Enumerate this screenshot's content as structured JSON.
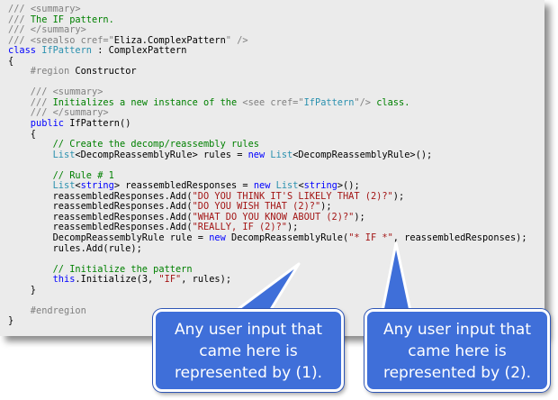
{
  "code_lines": [
    [
      {
        "t": "/// ",
        "c": "dc"
      },
      {
        "t": "<summary>",
        "c": "dc"
      }
    ],
    [
      {
        "t": "/// ",
        "c": "dc"
      },
      {
        "t": "The IF pattern.",
        "c": "cm"
      }
    ],
    [
      {
        "t": "/// </summary>",
        "c": "dc"
      }
    ],
    [
      {
        "t": "/// <seealso cref=\"",
        "c": "dc"
      },
      {
        "t": "Eliza.ComplexPattern",
        "c": ""
      },
      {
        "t": "\" />",
        "c": "dc"
      }
    ],
    [
      {
        "t": "class ",
        "c": "kw"
      },
      {
        "t": "IfPattern",
        "c": "ty"
      },
      {
        "t": " : ComplexPattern",
        "c": ""
      }
    ],
    [
      {
        "t": "{",
        "c": ""
      }
    ],
    [
      {
        "t": "    #region ",
        "c": "pp"
      },
      {
        "t": "Constructor",
        "c": ""
      }
    ],
    [
      {
        "t": "",
        "c": ""
      }
    ],
    [
      {
        "t": "    /// ",
        "c": "dc"
      },
      {
        "t": "<summary>",
        "c": "dc"
      }
    ],
    [
      {
        "t": "    /// ",
        "c": "dc"
      },
      {
        "t": "Initializes a new instance of the ",
        "c": "cm"
      },
      {
        "t": "<see cref=\"",
        "c": "dc"
      },
      {
        "t": "IfPattern",
        "c": "ty"
      },
      {
        "t": "\"/>",
        "c": "dc"
      },
      {
        "t": " class.",
        "c": "cm"
      }
    ],
    [
      {
        "t": "    /// </summary>",
        "c": "dc"
      }
    ],
    [
      {
        "t": "    public ",
        "c": "kw"
      },
      {
        "t": "IfPattern()",
        "c": ""
      }
    ],
    [
      {
        "t": "    {",
        "c": ""
      }
    ],
    [
      {
        "t": "        // Create the decomp/reassembly rules",
        "c": "cm"
      }
    ],
    [
      {
        "t": "        ",
        "c": ""
      },
      {
        "t": "List",
        "c": "ty"
      },
      {
        "t": "<DecompReassemblyRule> rules = ",
        "c": ""
      },
      {
        "t": "new ",
        "c": "kw"
      },
      {
        "t": "List",
        "c": "ty"
      },
      {
        "t": "<DecompReassemblyRule>();",
        "c": ""
      }
    ],
    [
      {
        "t": "",
        "c": ""
      }
    ],
    [
      {
        "t": "        // Rule # 1",
        "c": "cm"
      }
    ],
    [
      {
        "t": "        ",
        "c": ""
      },
      {
        "t": "List",
        "c": "ty"
      },
      {
        "t": "<",
        "c": ""
      },
      {
        "t": "string",
        "c": "kw"
      },
      {
        "t": "> reassembledResponses = ",
        "c": ""
      },
      {
        "t": "new ",
        "c": "kw"
      },
      {
        "t": "List",
        "c": "ty"
      },
      {
        "t": "<",
        "c": ""
      },
      {
        "t": "string",
        "c": "kw"
      },
      {
        "t": ">();",
        "c": ""
      }
    ],
    [
      {
        "t": "        reassembledResponses.Add(",
        "c": ""
      },
      {
        "t": "\"DO YOU THINK IT'S LIKELY THAT (2)?\"",
        "c": "st"
      },
      {
        "t": ");",
        "c": ""
      }
    ],
    [
      {
        "t": "        reassembledResponses.Add(",
        "c": ""
      },
      {
        "t": "\"DO YOU WISH THAT (2)?\"",
        "c": "st"
      },
      {
        "t": ");",
        "c": ""
      }
    ],
    [
      {
        "t": "        reassembledResponses.Add(",
        "c": ""
      },
      {
        "t": "\"WHAT DO YOU KNOW ABOUT (2)?\"",
        "c": "st"
      },
      {
        "t": ");",
        "c": ""
      }
    ],
    [
      {
        "t": "        reassembledResponses.Add(",
        "c": ""
      },
      {
        "t": "\"REALLY, IF (2)?\"",
        "c": "st"
      },
      {
        "t": ");",
        "c": ""
      }
    ],
    [
      {
        "t": "        DecompReassemblyRule rule = ",
        "c": ""
      },
      {
        "t": "new ",
        "c": "kw"
      },
      {
        "t": "DecompReassemblyRule(",
        "c": ""
      },
      {
        "t": "\"* IF *\"",
        "c": "st"
      },
      {
        "t": ", reassembledResponses);",
        "c": ""
      }
    ],
    [
      {
        "t": "        rules.Add(rule);",
        "c": ""
      }
    ],
    [
      {
        "t": "",
        "c": ""
      }
    ],
    [
      {
        "t": "        // Initialize the pattern",
        "c": "cm"
      }
    ],
    [
      {
        "t": "        ",
        "c": ""
      },
      {
        "t": "this",
        "c": "kw"
      },
      {
        "t": ".Initialize(3, ",
        "c": ""
      },
      {
        "t": "\"IF\"",
        "c": "st"
      },
      {
        "t": ", rules);",
        "c": ""
      }
    ],
    [
      {
        "t": "    }",
        "c": ""
      }
    ],
    [
      {
        "t": "",
        "c": ""
      }
    ],
    [
      {
        "t": "    #endregion",
        "c": "pp"
      }
    ],
    [
      {
        "t": "}",
        "c": ""
      }
    ]
  ],
  "callouts": [
    {
      "lines": [
        "Any user input that",
        "came here is",
        "represented by (1)."
      ]
    },
    {
      "lines": [
        "Any user input that",
        "came here is",
        "represented by (2)."
      ]
    }
  ],
  "colors": {
    "keyword": "#0000ff",
    "type": "#2b91af",
    "comment": "#008000",
    "doc_tag": "#808080",
    "string": "#a31515",
    "callout_fill": "#3f6fd9",
    "panel_background": "#ebebeb"
  }
}
